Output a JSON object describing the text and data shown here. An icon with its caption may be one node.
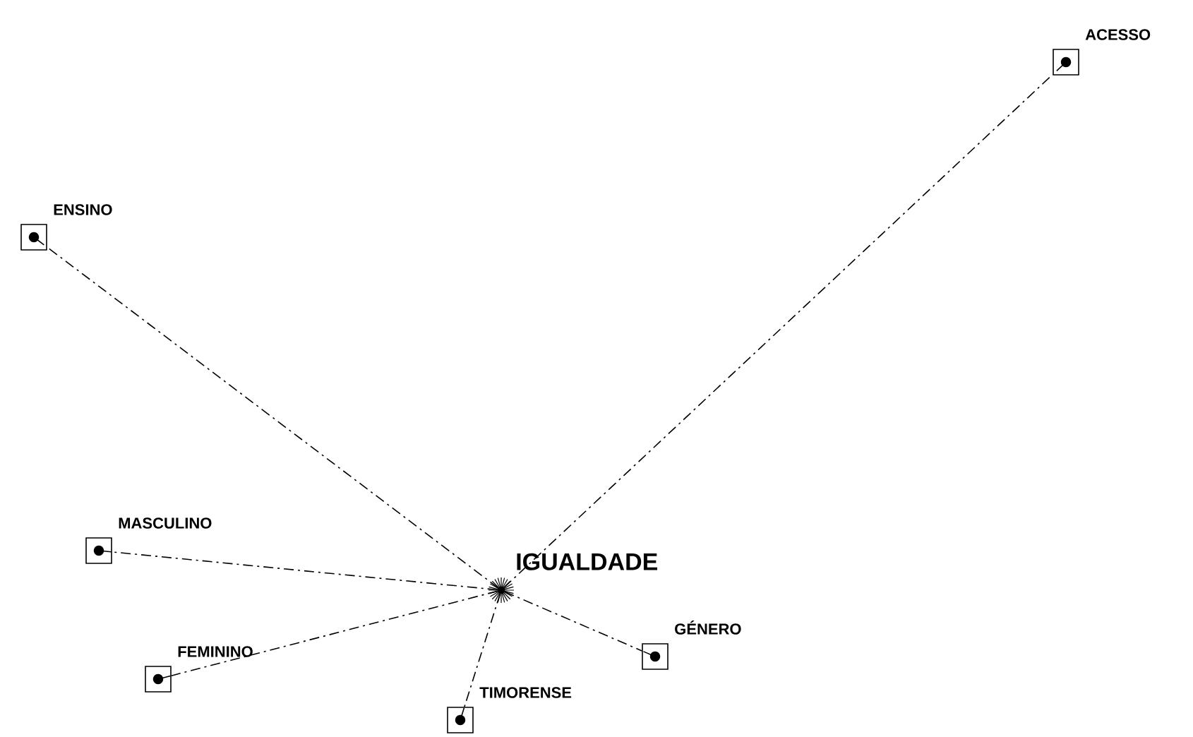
{
  "diagram": {
    "nodes": [
      {
        "text": [
          "ACESSO"
        ]
      },
      {
        "text": [
          "ENSINO"
        ]
      },
      {
        "text": [
          "MASCULINO"
        ]
      },
      {
        "text": [
          "IGUALDADE"
        ]
      },
      {
        "text": [
          "GÉNERO"
        ]
      },
      {
        "text": [
          "FEMININO"
        ]
      },
      {
        "text": [
          "TIMORENSE"
        ]
      }
    ],
    "edges": [
      {
        "from": 3,
        "to": 0,
        "arrow": "none"
      },
      {
        "from": 3,
        "to": 1,
        "arrow": "none"
      },
      {
        "from": 3,
        "to": 2,
        "arrow": "none"
      },
      {
        "from": 3,
        "to": 4,
        "arrow": "none"
      },
      {
        "from": 3,
        "to": 5,
        "arrow": "none"
      },
      {
        "from": 3,
        "to": 6,
        "arrow": "none"
      }
    ]
  }
}
